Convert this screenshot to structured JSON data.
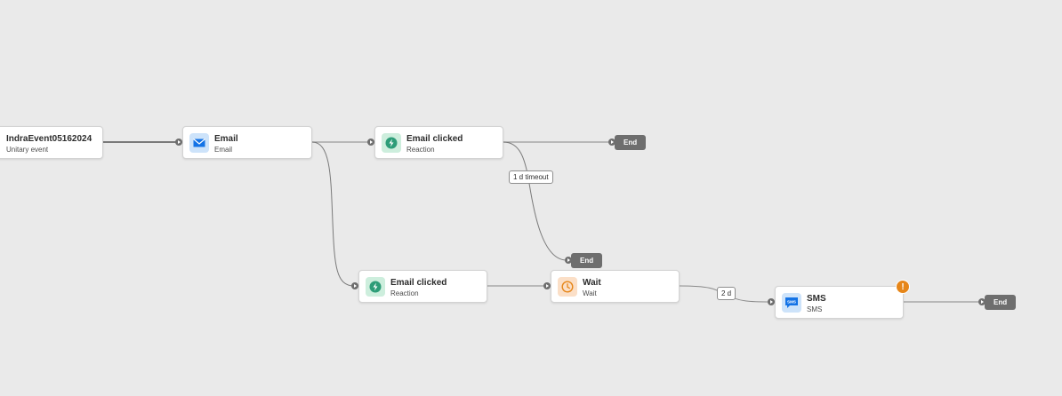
{
  "nodes": {
    "event": {
      "title": "IndraEvent05162024",
      "subtitle": "Unitary event"
    },
    "email": {
      "title": "Email",
      "subtitle": "Email"
    },
    "email_clicked_top": {
      "title": "Email clicked",
      "subtitle": "Reaction"
    },
    "email_clicked_bottom": {
      "title": "Email clicked",
      "subtitle": "Reaction"
    },
    "wait": {
      "title": "Wait",
      "subtitle": "Wait"
    },
    "sms": {
      "title": "SMS",
      "subtitle": "SMS",
      "icon_text": "SMS",
      "warning": "!"
    }
  },
  "ends": {
    "end1": "End",
    "end2": "End",
    "end3": "End"
  },
  "edge_labels": {
    "timeout": "1 d timeout",
    "wait_duration": "2 d"
  },
  "icons": {
    "email": "envelope-icon",
    "reaction": "lightning-icon",
    "wait": "clock-icon",
    "sms": "sms-chat-icon",
    "warning": "warning-icon"
  },
  "colors": {
    "canvas": "#eaeaea",
    "email_icon_bg": "#cde3fa",
    "email_icon": "#1473e6",
    "reaction_icon_bg": "#cdeedd",
    "reaction_icon": "#2d9d78",
    "wait_icon_bg": "#fbdfc7",
    "wait_icon": "#e68619",
    "sms_icon_bg": "#cde3fa",
    "end_pill": "#6e6e6e",
    "warning": "#e68619"
  }
}
